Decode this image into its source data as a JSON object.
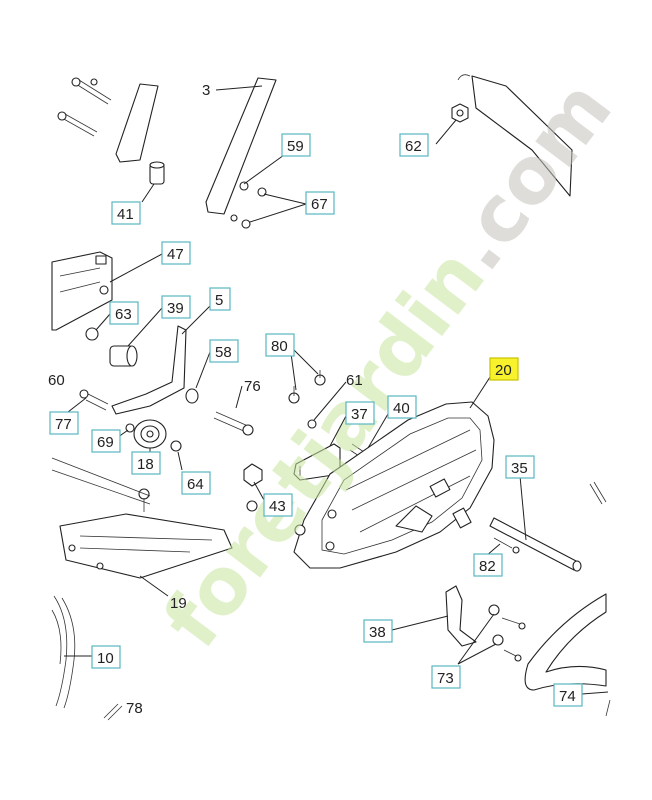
{
  "colors": {
    "label_border": "#58b8c0",
    "highlight": "#f7f22c",
    "watermark_green": "#c8e6a0",
    "watermark_gray": "#c6c2bb",
    "line": "#222222"
  },
  "labels": {
    "p3": "3",
    "p59": "59",
    "p62": "62",
    "p67": "67",
    "p41": "41",
    "p47": "47",
    "p63": "63",
    "p39": "39",
    "p5": "5",
    "p58": "58",
    "p80": "80",
    "p61": "61",
    "p60": "60",
    "p76": "76",
    "p77": "77",
    "p69": "69",
    "p18": "18",
    "p64": "64",
    "p37": "37",
    "p40": "40",
    "p20": "20",
    "p35": "35",
    "p43": "43",
    "p82": "82",
    "p19": "19",
    "p38": "38",
    "p73": "73",
    "p10": "10",
    "p74": "74",
    "p78": "78"
  },
  "watermark": {
    "part1": "foret",
    "part2": "jardin",
    "part3": ".com"
  }
}
